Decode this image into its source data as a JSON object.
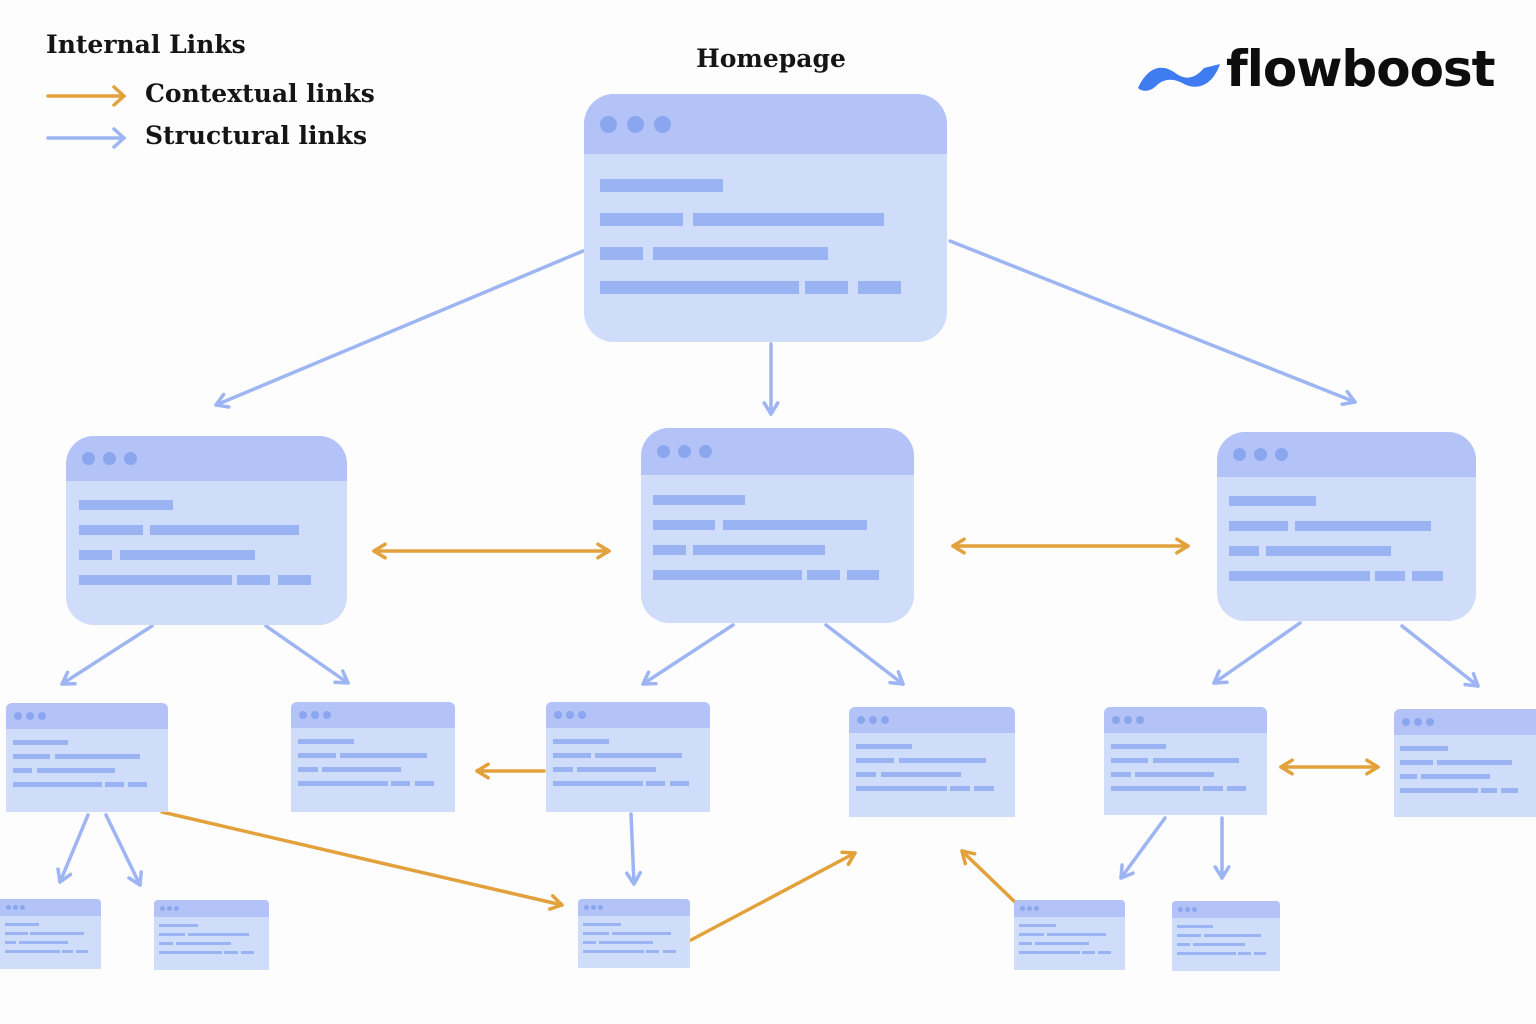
{
  "legend": {
    "title": "Internal Links",
    "items": [
      {
        "label": "Contextual links",
        "color": "#e3a13c"
      },
      {
        "label": "Structural links",
        "color": "#9db5f2"
      }
    ]
  },
  "homepage_label": "Homepage",
  "brand": {
    "name": "flowboost",
    "mark_color": "#3f7cf2"
  },
  "colors": {
    "page": "#cfdcfa",
    "page_bar": "#b4c3f7",
    "page_line": "#9ab4f3",
    "dot": "#8aa6ef",
    "contextual": "#e3a13c",
    "structural": "#9db5f2"
  }
}
